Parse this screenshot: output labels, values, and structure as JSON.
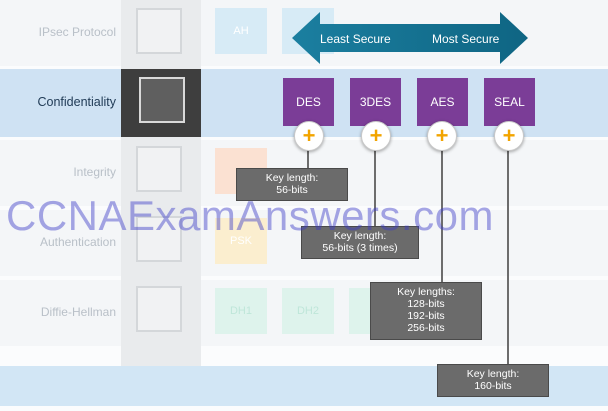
{
  "rows": {
    "ipsec_protocol": "IPsec Protocol",
    "confidentiality": "Confidentiality",
    "integrity": "Integrity",
    "authentication": "Authentication",
    "diffie_hellman": "Diffie-Hellman"
  },
  "ghost_labels": {
    "ah": "AH",
    "psk": "PSK",
    "dh1": "DH1",
    "dh2": "DH2"
  },
  "arrow": {
    "left_label": "Least Secure",
    "right_label": "Most Secure"
  },
  "algorithms": [
    "DES",
    "3DES",
    "AES",
    "SEAL"
  ],
  "tooltips": {
    "des": [
      "Key length:",
      "56-bits"
    ],
    "tdes": [
      "Key length:",
      "56-bits (3 times)"
    ],
    "aes": [
      "Key lengths:",
      "128-bits",
      "192-bits",
      "256-bits"
    ],
    "seal": [
      "Key length:",
      "160-bits"
    ]
  },
  "watermark": "CCNAExamAnswers.com",
  "colors": {
    "algorithm_box": "#7b3d97",
    "arrow": "#1e7d96",
    "tooltip": "#6b6b6b",
    "plus_icon": "#f2a400"
  }
}
